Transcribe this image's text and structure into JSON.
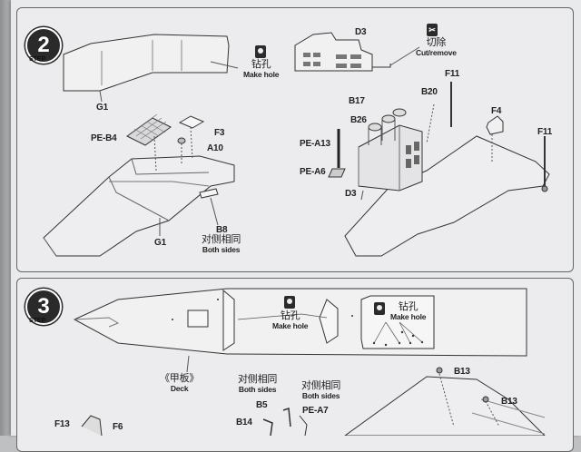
{
  "steps": [
    {
      "number": "2",
      "word": "STEP"
    },
    {
      "number": "3",
      "word": "STEP"
    }
  ],
  "step2": {
    "parts": {
      "g1_top": "G1",
      "g1_bottom": "G1",
      "pe_b4": "PE-B4",
      "f3": "F3",
      "a10": "A10",
      "b8": "B8",
      "d3_top": "D3",
      "d3_bottom": "D3",
      "b17": "B17",
      "b26": "B26",
      "b20": "B20",
      "f11_a": "F11",
      "f11_b": "F11",
      "f4": "F4",
      "pe_a13": "PE-A13",
      "pe_a6": "PE-A6"
    },
    "drill": {
      "cn": "钻孔",
      "en": "Make hole"
    },
    "cut": {
      "cn": "切除",
      "en": "Cut/remove"
    },
    "both_sides": {
      "cn": "对侧相同",
      "en": "Both sides"
    }
  },
  "step3": {
    "drill_a": {
      "cn": "钻孔",
      "en": "Make hole"
    },
    "drill_b": {
      "cn": "钻孔",
      "en": "Make hole"
    },
    "deck": {
      "cn": "《甲板》",
      "en": "Deck"
    },
    "both_sides_a": {
      "cn": "对侧相同",
      "en": "Both sides"
    },
    "both_sides_b": {
      "cn": "对侧相同",
      "en": "Both sides"
    },
    "parts": {
      "b13_a": "B13",
      "b13_b": "B13",
      "b5": "B5",
      "pe_a7": "PE-A7",
      "b14": "B14",
      "f13": "F13",
      "f6": "F6"
    }
  },
  "colors": {
    "ink": "#222222",
    "paper": "#e9eaec",
    "badge": "#2a2a2a"
  }
}
